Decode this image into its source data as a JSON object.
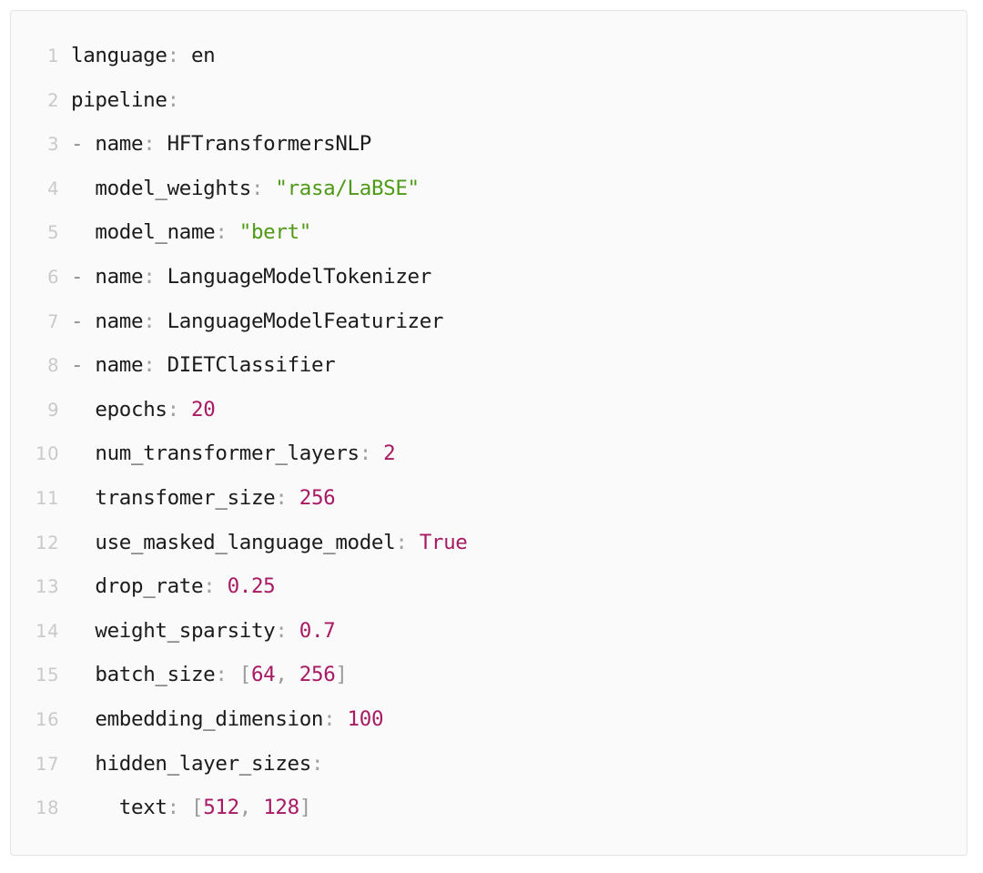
{
  "editor": {
    "name": "yaml-code-block",
    "language": "yaml",
    "background": "#FAFAFA",
    "border_color": "#E4E4E4",
    "gutter_color": "#C9C9C9",
    "colors": {
      "key": "#1B1B1B",
      "string": "#4E9A16",
      "number": "#A81A63",
      "boolean": "#A81A63",
      "punctuation": "#A0A0A0",
      "bracket": "#9B9B9B",
      "dash": "#8C8C8C"
    },
    "first_line_number": 1,
    "last_line_number": 18,
    "total_lines": 18
  },
  "lines": [
    {
      "num": "1",
      "tokens": [
        {
          "cls": "t-key",
          "text": "language"
        },
        {
          "cls": "t-punct",
          "text": ":"
        },
        {
          "cls": "t-plain",
          "text": " en"
        }
      ]
    },
    {
      "num": "2",
      "tokens": [
        {
          "cls": "t-key",
          "text": "pipeline"
        },
        {
          "cls": "t-punct",
          "text": ":"
        }
      ]
    },
    {
      "num": "3",
      "tokens": [
        {
          "cls": "t-dash",
          "text": "- "
        },
        {
          "cls": "t-key",
          "text": "name"
        },
        {
          "cls": "t-punct",
          "text": ":"
        },
        {
          "cls": "t-plain",
          "text": " HFTransformersNLP"
        }
      ]
    },
    {
      "num": "4",
      "tokens": [
        {
          "cls": "t-plain",
          "text": "  "
        },
        {
          "cls": "t-key",
          "text": "model_weights"
        },
        {
          "cls": "t-punct",
          "text": ":"
        },
        {
          "cls": "t-plain",
          "text": " "
        },
        {
          "cls": "t-str",
          "text": "\"rasa/LaBSE\""
        }
      ]
    },
    {
      "num": "5",
      "tokens": [
        {
          "cls": "t-plain",
          "text": "  "
        },
        {
          "cls": "t-key",
          "text": "model_name"
        },
        {
          "cls": "t-punct",
          "text": ":"
        },
        {
          "cls": "t-plain",
          "text": " "
        },
        {
          "cls": "t-str",
          "text": "\"bert\""
        }
      ]
    },
    {
      "num": "6",
      "tokens": [
        {
          "cls": "t-dash",
          "text": "- "
        },
        {
          "cls": "t-key",
          "text": "name"
        },
        {
          "cls": "t-punct",
          "text": ":"
        },
        {
          "cls": "t-plain",
          "text": " LanguageModelTokenizer"
        }
      ]
    },
    {
      "num": "7",
      "tokens": [
        {
          "cls": "t-dash",
          "text": "- "
        },
        {
          "cls": "t-key",
          "text": "name"
        },
        {
          "cls": "t-punct",
          "text": ":"
        },
        {
          "cls": "t-plain",
          "text": " LanguageModelFeaturizer"
        }
      ]
    },
    {
      "num": "8",
      "tokens": [
        {
          "cls": "t-dash",
          "text": "- "
        },
        {
          "cls": "t-key",
          "text": "name"
        },
        {
          "cls": "t-punct",
          "text": ":"
        },
        {
          "cls": "t-plain",
          "text": " DIETClassifier"
        }
      ]
    },
    {
      "num": "9",
      "tokens": [
        {
          "cls": "t-plain",
          "text": "  "
        },
        {
          "cls": "t-key",
          "text": "epochs"
        },
        {
          "cls": "t-punct",
          "text": ":"
        },
        {
          "cls": "t-plain",
          "text": " "
        },
        {
          "cls": "t-num",
          "text": "20"
        }
      ]
    },
    {
      "num": "10",
      "tokens": [
        {
          "cls": "t-plain",
          "text": "  "
        },
        {
          "cls": "t-key",
          "text": "num_transformer_layers"
        },
        {
          "cls": "t-punct",
          "text": ":"
        },
        {
          "cls": "t-plain",
          "text": " "
        },
        {
          "cls": "t-num",
          "text": "2"
        }
      ]
    },
    {
      "num": "11",
      "tokens": [
        {
          "cls": "t-plain",
          "text": "  "
        },
        {
          "cls": "t-key",
          "text": "transfomer_size"
        },
        {
          "cls": "t-punct",
          "text": ":"
        },
        {
          "cls": "t-plain",
          "text": " "
        },
        {
          "cls": "t-num",
          "text": "256"
        }
      ]
    },
    {
      "num": "12",
      "tokens": [
        {
          "cls": "t-plain",
          "text": "  "
        },
        {
          "cls": "t-key",
          "text": "use_masked_language_model"
        },
        {
          "cls": "t-punct",
          "text": ":"
        },
        {
          "cls": "t-plain",
          "text": " "
        },
        {
          "cls": "t-bool",
          "text": "True"
        }
      ]
    },
    {
      "num": "13",
      "tokens": [
        {
          "cls": "t-plain",
          "text": "  "
        },
        {
          "cls": "t-key",
          "text": "drop_rate"
        },
        {
          "cls": "t-punct",
          "text": ":"
        },
        {
          "cls": "t-plain",
          "text": " "
        },
        {
          "cls": "t-num",
          "text": "0.25"
        }
      ]
    },
    {
      "num": "14",
      "tokens": [
        {
          "cls": "t-plain",
          "text": "  "
        },
        {
          "cls": "t-key",
          "text": "weight_sparsity"
        },
        {
          "cls": "t-punct",
          "text": ":"
        },
        {
          "cls": "t-plain",
          "text": " "
        },
        {
          "cls": "t-num",
          "text": "0.7"
        }
      ]
    },
    {
      "num": "15",
      "tokens": [
        {
          "cls": "t-plain",
          "text": "  "
        },
        {
          "cls": "t-key",
          "text": "batch_size"
        },
        {
          "cls": "t-punct",
          "text": ":"
        },
        {
          "cls": "t-plain",
          "text": " "
        },
        {
          "cls": "t-brk",
          "text": "["
        },
        {
          "cls": "t-num",
          "text": "64"
        },
        {
          "cls": "t-brk",
          "text": ", "
        },
        {
          "cls": "t-num",
          "text": "256"
        },
        {
          "cls": "t-brk",
          "text": "]"
        }
      ]
    },
    {
      "num": "16",
      "tokens": [
        {
          "cls": "t-plain",
          "text": "  "
        },
        {
          "cls": "t-key",
          "text": "embedding_dimension"
        },
        {
          "cls": "t-punct",
          "text": ":"
        },
        {
          "cls": "t-plain",
          "text": " "
        },
        {
          "cls": "t-num",
          "text": "100"
        }
      ]
    },
    {
      "num": "17",
      "tokens": [
        {
          "cls": "t-plain",
          "text": "  "
        },
        {
          "cls": "t-key",
          "text": "hidden_layer_sizes"
        },
        {
          "cls": "t-punct",
          "text": ":"
        }
      ]
    },
    {
      "num": "18",
      "tokens": [
        {
          "cls": "t-plain",
          "text": "    "
        },
        {
          "cls": "t-key",
          "text": "text"
        },
        {
          "cls": "t-punct",
          "text": ":"
        },
        {
          "cls": "t-plain",
          "text": " "
        },
        {
          "cls": "t-brk",
          "text": "["
        },
        {
          "cls": "t-num",
          "text": "512"
        },
        {
          "cls": "t-brk",
          "text": ", "
        },
        {
          "cls": "t-num",
          "text": "128"
        },
        {
          "cls": "t-brk",
          "text": "]"
        }
      ]
    }
  ]
}
